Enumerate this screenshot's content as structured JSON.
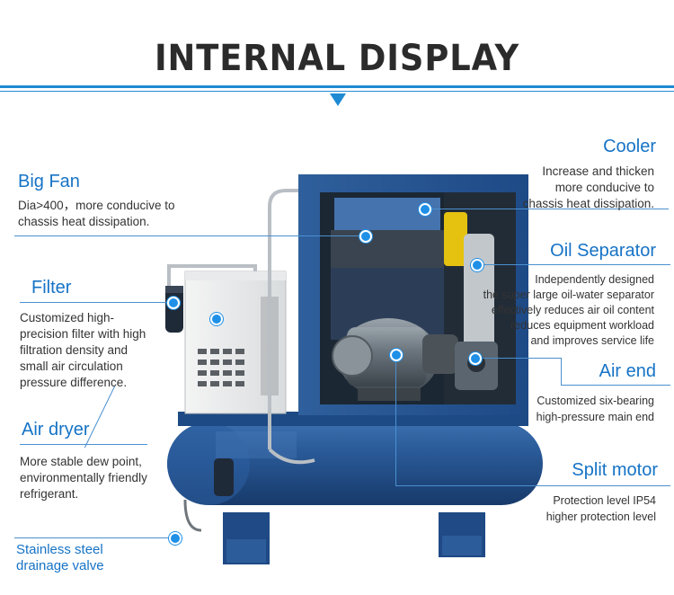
{
  "header": {
    "title": "INTERNAL DISPLAY"
  },
  "callouts": {
    "big_fan": {
      "title": "Big Fan",
      "lines": [
        "Dia>400，more conducive to",
        "chassis heat dissipation."
      ]
    },
    "filter": {
      "title": "Filter",
      "lines": [
        "Customized high-",
        "precision filter with high",
        "filtration density and",
        "small air circulation",
        "pressure difference."
      ]
    },
    "air_dryer": {
      "title": "Air dryer",
      "lines": [
        "More stable dew point,",
        "environmentally friendly",
        "refrigerant."
      ]
    },
    "drain_valve": {
      "title_lines": [
        "Stainless steel",
        "drainage valve"
      ]
    },
    "cooler": {
      "title": "Cooler",
      "lines": [
        "Increase and thicken",
        "more conducive to",
        "chassis heat dissipation."
      ]
    },
    "oil_separator": {
      "title": "Oil Separator",
      "lines": [
        "Independently designed",
        "the super large oil-water separator",
        "effectively reduces air oil content",
        "reduces equipment workload",
        "and improves service life"
      ]
    },
    "air_end": {
      "title": "Air end",
      "lines": [
        "Customized six-bearing",
        "high-pressure main end"
      ]
    },
    "split_motor": {
      "title": "Split motor",
      "lines": [
        "Protection level IP54",
        "higher protection level"
      ]
    }
  },
  "colors": {
    "accent": "#1e8ad3",
    "title_blue": "#1673c6",
    "machine_blue": "#1d4e89",
    "text": "#333333"
  }
}
